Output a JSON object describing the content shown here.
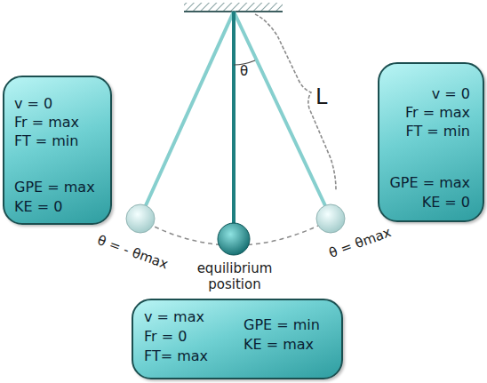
{
  "diagram": {
    "nodes": [
      {
        "text": [
          "v = 0",
          "Fr = max",
          "FT = min",
          "GPE = max",
          "KE = 0"
        ]
      },
      {
        "text": [
          "v = 0",
          "Fr = max",
          "FT = min",
          "GPE = max",
          "KE = 0"
        ]
      },
      {
        "text": [
          "v = max",
          "Fr = 0",
          "FT= max",
          "GPE = min",
          "KE = max"
        ]
      }
    ],
    "labels": [
      "θ",
      "L",
      "θ = - θmax",
      "θ = θmax",
      "equilibrium position"
    ]
  }
}
